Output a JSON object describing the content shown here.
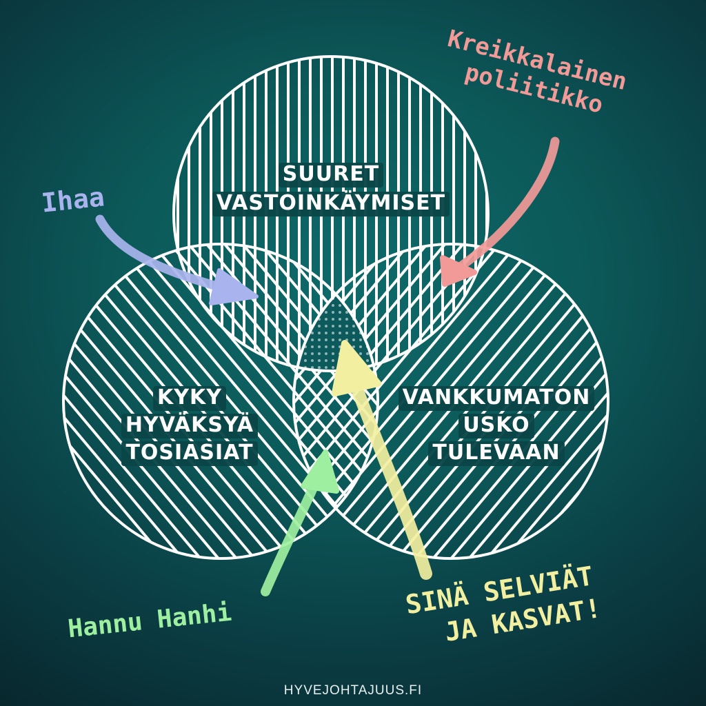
{
  "circles": {
    "top_label": [
      "SUURET",
      "VASTOINKÄYMISET"
    ],
    "left_label": [
      "KYKY",
      "HYVÄKSYÄ",
      "TOSIASIAT"
    ],
    "right_label": [
      "VANKKUMATON",
      "USKO",
      "TULEVAAN"
    ]
  },
  "annotations": {
    "ihaa": {
      "text": "Ihaa",
      "color": "#a9b4ee"
    },
    "politician": {
      "lines": [
        "Kreikkalainen",
        "poliitikko"
      ],
      "color": "#f29a98"
    },
    "hannu": {
      "text": "Hannu Hanhi",
      "color": "#9ef0a0"
    },
    "center": {
      "lines": [
        "SINÄ SELVIÄT",
        "JA KASVAT!"
      ],
      "color": "#f3efa0"
    }
  },
  "footer": "HYVEJOHTAJUUS.FI"
}
